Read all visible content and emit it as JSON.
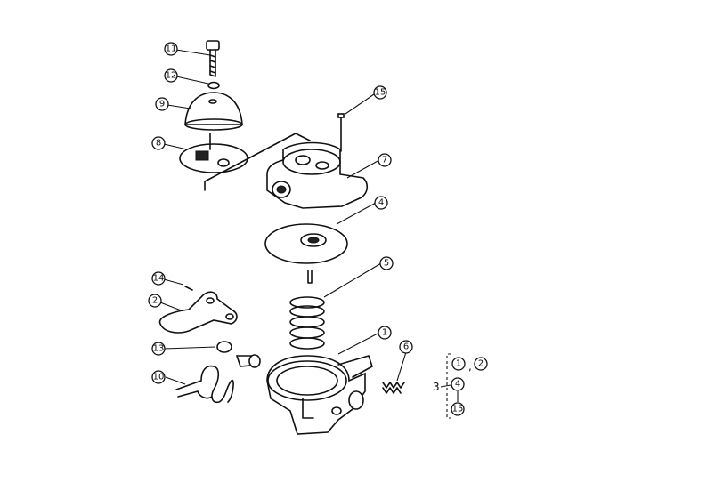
{
  "callouts": {
    "c11": "11",
    "c12": "12",
    "c9": "9",
    "c8": "8",
    "c15": "15",
    "c7": "7",
    "c4": "4",
    "c5": "5",
    "c14": "14",
    "c2": "2",
    "c13": "13",
    "c1": "1",
    "c6": "6",
    "c10": "10"
  },
  "legend": {
    "a": "1",
    "comma": ",",
    "b": "2",
    "group": "3",
    "c": "4",
    "d": "15"
  }
}
